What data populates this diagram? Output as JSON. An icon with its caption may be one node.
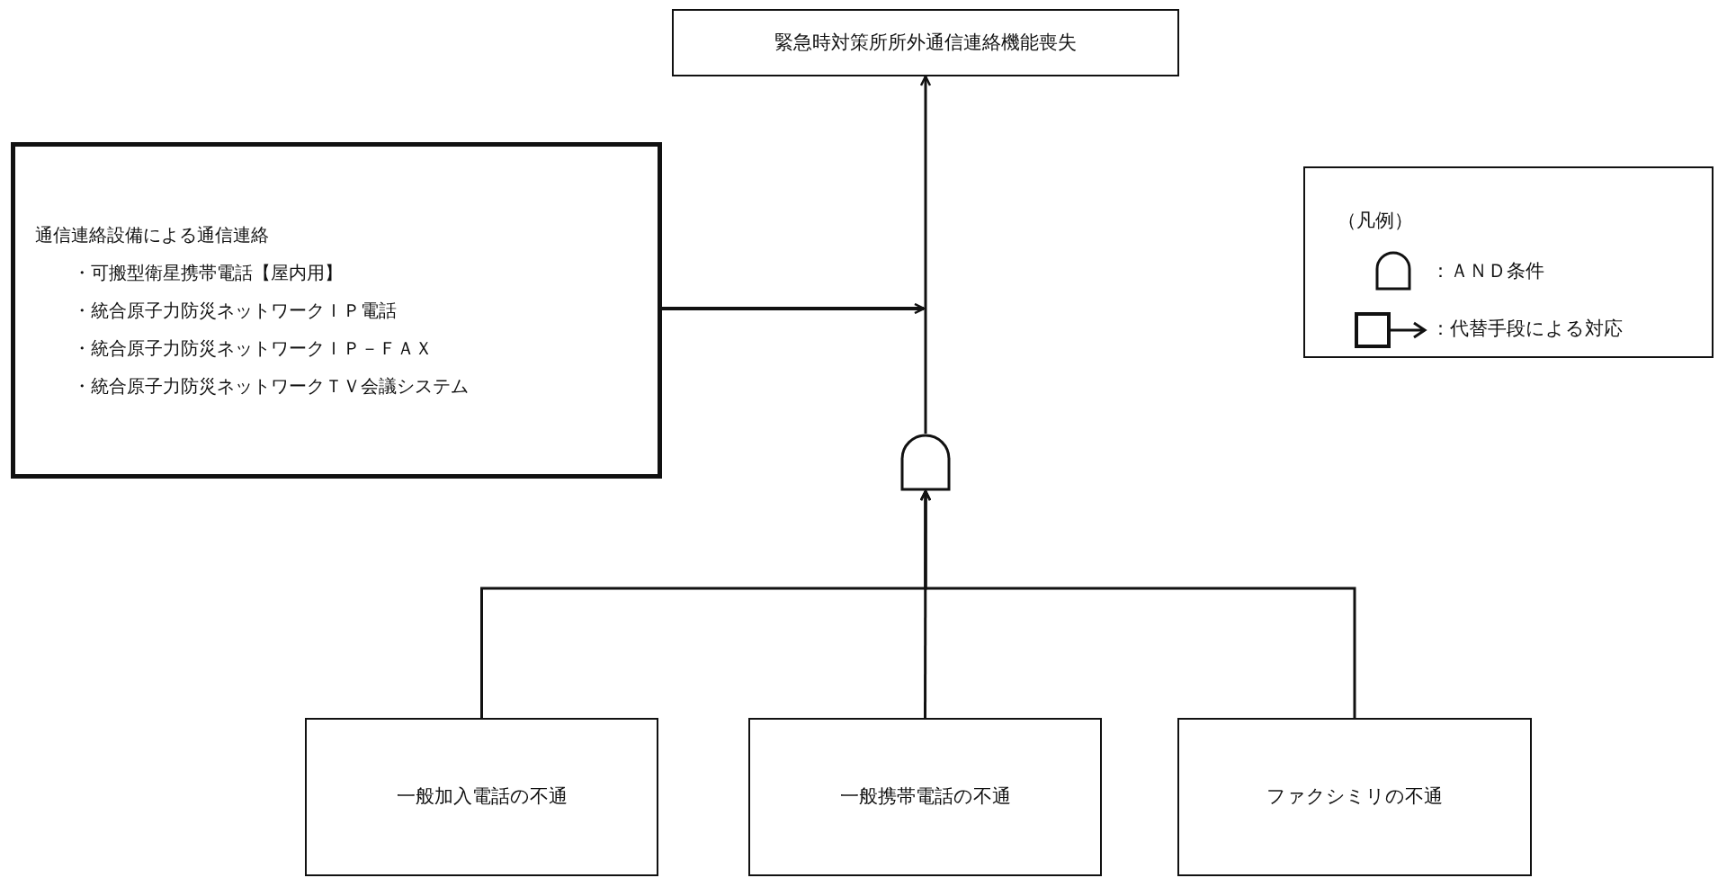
{
  "diagram": {
    "nodes": [
      {
        "text": [
          "緊急時対策所所外通信連絡機能喪失"
        ]
      },
      {
        "text": [
          "通信連絡設備による通信連絡",
          "・可搬型衛星携帯電話【屋内用】",
          "・統合原子力防災ネットワークＩＰ電話",
          "・統合原子力防災ネットワークＩＰ－ＦＡＸ",
          "・統合原子力防災ネットワークＴＶ会議システム"
        ]
      },
      {
        "text": [],
        "shape": "gate"
      },
      {
        "text": [
          "一般加入電話の不通"
        ]
      },
      {
        "text": [
          "一般携帯電話の不通"
        ]
      },
      {
        "text": [
          "ファクシミリの不通"
        ]
      }
    ],
    "edges": [
      {
        "from": 2,
        "to": 0,
        "arrow": "to"
      },
      {
        "from": 1,
        "to": null,
        "arrow": "to"
      },
      {
        "from": 3,
        "to": 2,
        "arrow": "to"
      },
      {
        "from": 4,
        "to": 2,
        "arrow": "to"
      },
      {
        "from": 5,
        "to": 2,
        "arrow": "to"
      }
    ],
    "labels": [
      "（凡例）"
    ],
    "legend": [
      {
        "text": "：ＡＮＤ条件"
      },
      {
        "text": "：代替手段による対応"
      }
    ]
  }
}
